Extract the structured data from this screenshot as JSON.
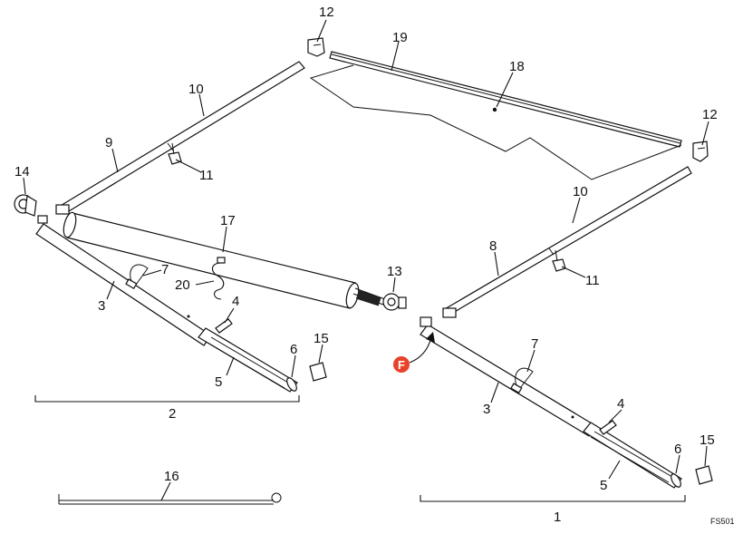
{
  "diagram_code": "FS501",
  "callouts": [
    {
      "id": "c12a",
      "text": "12"
    },
    {
      "id": "c19",
      "text": "19"
    },
    {
      "id": "c18",
      "text": "18"
    },
    {
      "id": "c12b",
      "text": "12"
    },
    {
      "id": "c10a",
      "text": "10"
    },
    {
      "id": "c9",
      "text": "9"
    },
    {
      "id": "c11a",
      "text": "11"
    },
    {
      "id": "c14",
      "text": "14"
    },
    {
      "id": "c17",
      "text": "17"
    },
    {
      "id": "c7a",
      "text": "7"
    },
    {
      "id": "c20",
      "text": "20"
    },
    {
      "id": "c4a",
      "text": "4"
    },
    {
      "id": "c3a",
      "text": "3"
    },
    {
      "id": "c13",
      "text": "13"
    },
    {
      "id": "c15a",
      "text": "15"
    },
    {
      "id": "c6a",
      "text": "6"
    },
    {
      "id": "c5a",
      "text": "5"
    },
    {
      "id": "c2",
      "text": "2"
    },
    {
      "id": "c10b",
      "text": "10"
    },
    {
      "id": "c8",
      "text": "8"
    },
    {
      "id": "c11b",
      "text": "11"
    },
    {
      "id": "c7b",
      "text": "7"
    },
    {
      "id": "c3b",
      "text": "3"
    },
    {
      "id": "c4b",
      "text": "4"
    },
    {
      "id": "c15b",
      "text": "15"
    },
    {
      "id": "c6b",
      "text": "6"
    },
    {
      "id": "c5b",
      "text": "5"
    },
    {
      "id": "c1",
      "text": "1"
    },
    {
      "id": "c16",
      "text": "16"
    }
  ],
  "badge": {
    "text": "F",
    "color": "#e8432a"
  }
}
